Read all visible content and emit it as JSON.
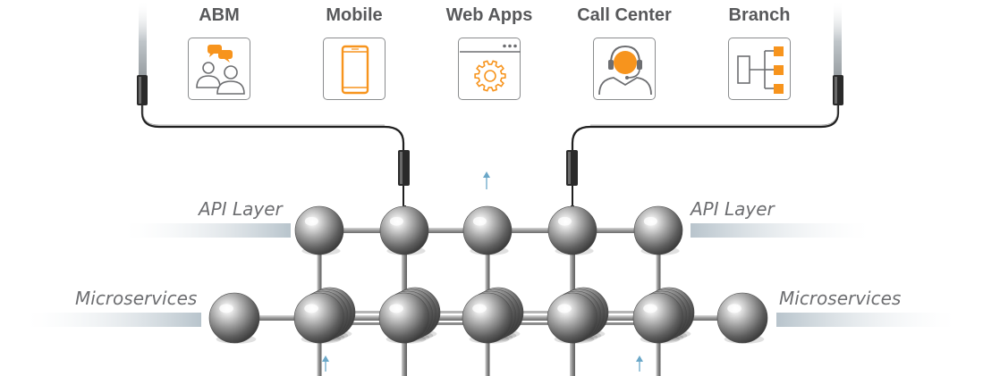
{
  "channels": [
    {
      "label": "ABM",
      "icon": "people-chat-icon"
    },
    {
      "label": "Mobile",
      "icon": "smartphone-icon"
    },
    {
      "label": "Web Apps",
      "icon": "browser-gear-icon"
    },
    {
      "label": "Call Center",
      "icon": "headset-agent-icon"
    },
    {
      "label": "Branch",
      "icon": "org-chart-icon"
    }
  ],
  "layers": {
    "api_left": "API Layer",
    "api_right": "API Layer",
    "micro_left": "Microservices",
    "micro_right": "Microservices"
  },
  "colors": {
    "accent": "#f7941d",
    "icon_stroke": "#6d6e71",
    "label": "#58595b",
    "cable": "#222222",
    "arrow": "#6aa7c8"
  }
}
